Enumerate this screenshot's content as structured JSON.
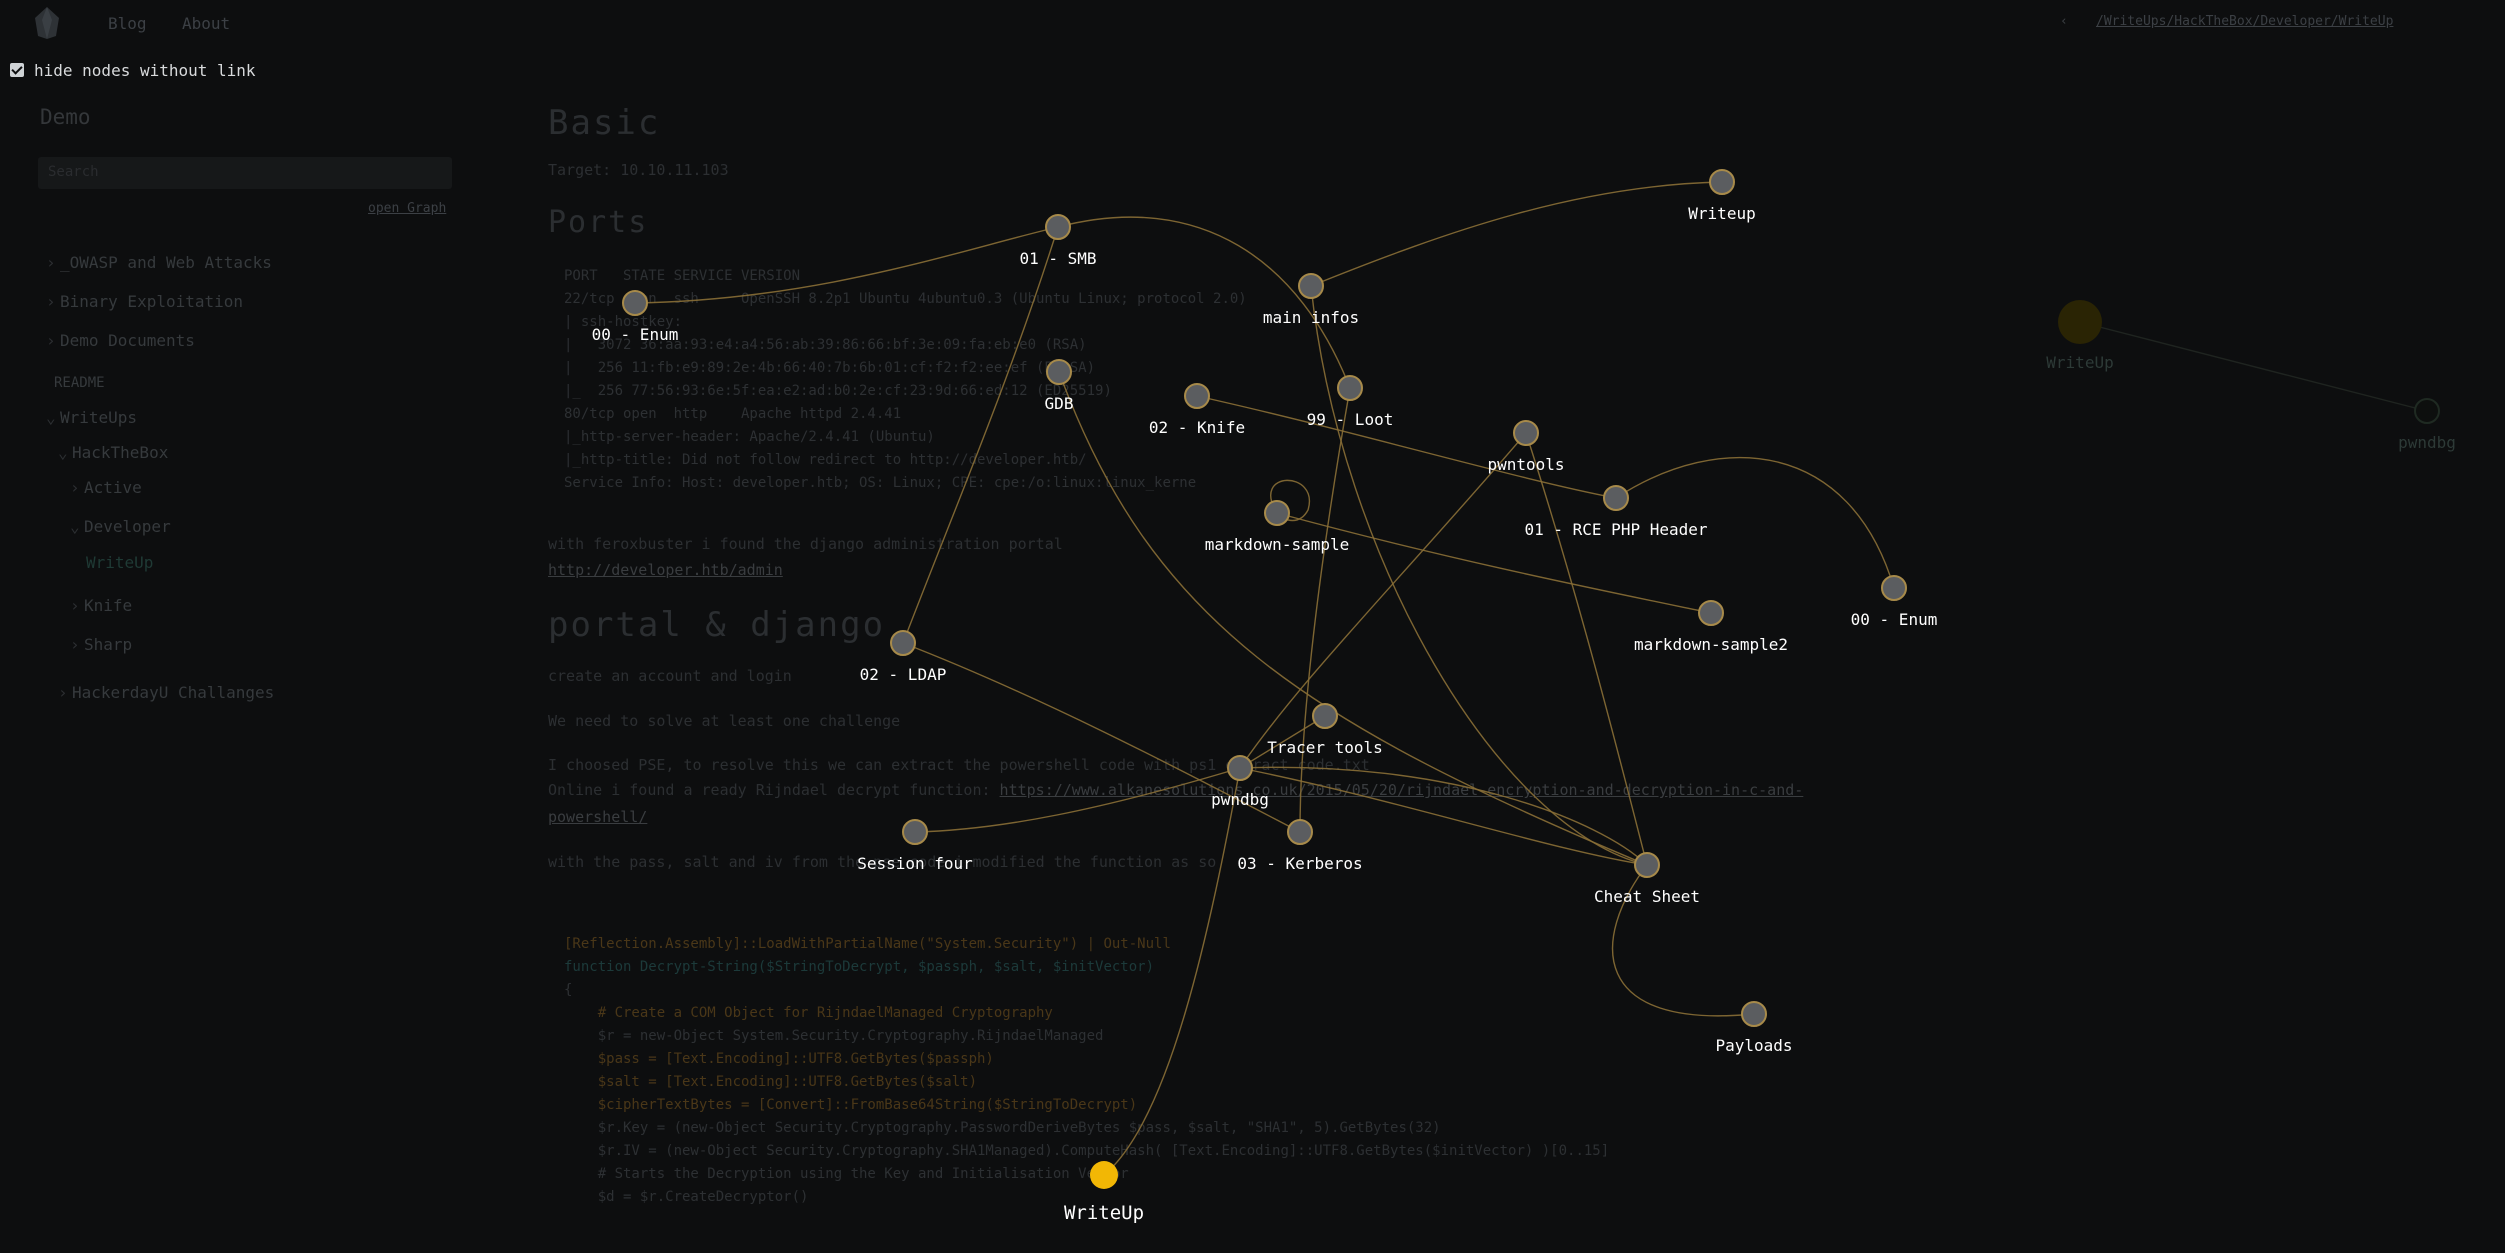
{
  "nav": {
    "blog": "Blog",
    "about": "About"
  },
  "breadcrumb": {
    "separator": "‹",
    "path": "/WriteUps/HackTheBox/Developer/WriteUp"
  },
  "graph_controls": {
    "hide_nodes_label": "hide nodes without link",
    "hide_nodes_checked": true
  },
  "sidebar": {
    "title": "Demo",
    "search_placeholder": "Search",
    "open_graph": "open Graph",
    "items": [
      {
        "label": "_OWASP and Web Attacks"
      },
      {
        "label": "Binary Exploitation"
      },
      {
        "label": "Demo Documents"
      },
      {
        "label": "README"
      },
      {
        "label": "WriteUps"
      },
      {
        "label": "HackTheBox"
      },
      {
        "label": "Active"
      },
      {
        "label": "Developer"
      },
      {
        "label": "WriteUp"
      },
      {
        "label": "Knife"
      },
      {
        "label": "Sharp"
      },
      {
        "label": "HackerdayU Challanges"
      }
    ]
  },
  "article": {
    "title": "Basic",
    "target": "Target: 10.10.11.103",
    "ports_heading": "Ports",
    "nmap_lines": [
      "PORT   STATE SERVICE VERSION",
      "22/tcp open  ssh     OpenSSH 8.2p1 Ubuntu 4ubuntu0.3 (Ubuntu Linux; protocol 2.0)",
      "| ssh-hostkey:",
      "|   3072 36:aa:93:e4:a4:56:ab:39:86:66:bf:3e:09:fa:eb:e0 (RSA)",
      "|   256 11:fb:e9:89:2e:4b:66:40:7b:6b:01:cf:f2:f2:ee:ef (ECDSA)",
      "|_  256 77:56:93:6e:5f:ea:e2:ad:b0:2e:cf:23:9d:66:ed:12 (ED25519)",
      "80/tcp open  http    Apache httpd 2.4.41",
      "|_http-server-header: Apache/2.4.41 (Ubuntu)",
      "|_http-title: Did not follow redirect to http://developer.htb/",
      "Service Info: Host: developer.htb; OS: Linux; CPE: cpe:/o:linux:linux_kerne"
    ],
    "ferox_text": "with feroxbuster i found the django administration portal",
    "admin_link": "http://developer.htb/admin",
    "portal_heading": "portal & django",
    "p1": "create an account and login",
    "p2": "We need to solve at least one challenge",
    "p3": "I choosed PSE, to resolve this we can extract the powershell code with ps1 extract code.txt",
    "p4_prefix": "Online i found a ready Rijndael decrypt function: ",
    "p4_link": "https://www.alkanesolutions.co.uk/2015/05/20/rijndael-encryption-and-decryption-in-c-and-",
    "p4_link2": "powershell/",
    "p5": "with the pass, salt and iv from the pse code i modified the function as so",
    "code_lines": [
      "[Reflection.Assembly]::LoadWithPartialName(\"System.Security\") | Out-Null",
      "",
      "function Decrypt-String($StringToDecrypt, $passph, $salt, $initVector)",
      "{",
      "",
      "    # Create a COM Object for RijndaelManaged Cryptography",
      "    $r = new-Object System.Security.Cryptography.RijndaelManaged",
      "    $pass = [Text.Encoding]::UTF8.GetBytes($passph)",
      "    $salt = [Text.Encoding]::UTF8.GetBytes($salt)",
      "    $cipherTextBytes = [Convert]::FromBase64String($StringToDecrypt)",
      "    $r.Key = (new-Object Security.Cryptography.PasswordDeriveBytes $pass, $salt, \"SHA1\", 5).GetBytes(32)",
      "    $r.IV = (new-Object Security.Cryptography.SHA1Managed).ComputeHash( [Text.Encoding]::UTF8.GetBytes($initVector) )[0..15]",
      "    # Starts the Decryption using the Key and Initialisation Vector",
      "    $d = $r.CreateDecryptor()"
    ]
  },
  "graph": {
    "nodes": [
      {
        "id": "smb",
        "label": "01 - SMB"
      },
      {
        "id": "writeup_top",
        "label": "Writeup"
      },
      {
        "id": "main_infos",
        "label": "main infos"
      },
      {
        "id": "enum00_left",
        "label": "00 - Enum"
      },
      {
        "id": "gdb",
        "label": "GDB"
      },
      {
        "id": "knife",
        "label": "02 - Knife"
      },
      {
        "id": "loot",
        "label": "99 - Loot"
      },
      {
        "id": "pwntools",
        "label": "pwntools"
      },
      {
        "id": "rce",
        "label": "01 - RCE PHP Header"
      },
      {
        "id": "markdown_sample",
        "label": "markdown-sample"
      },
      {
        "id": "enum00_right",
        "label": "00 - Enum"
      },
      {
        "id": "markdown_sample2",
        "label": "markdown-sample2"
      },
      {
        "id": "ldap",
        "label": "02 - LDAP"
      },
      {
        "id": "tracer",
        "label": "Tracer tools"
      },
      {
        "id": "pwndbg",
        "label": "pwndbg"
      },
      {
        "id": "session_four",
        "label": "Session four"
      },
      {
        "id": "kerberos",
        "label": "03 - Kerberos"
      },
      {
        "id": "cheat_sheet",
        "label": "Cheat Sheet"
      },
      {
        "id": "payloads",
        "label": "Payloads"
      },
      {
        "id": "writeup_current",
        "label": "WriteUp",
        "current": true
      },
      {
        "id": "writeup_dim",
        "label": "WriteUp",
        "dimmed": true
      },
      {
        "id": "pwndbg_dim",
        "label": "pwndbg",
        "dimmed": true
      }
    ]
  },
  "colors": {
    "accent": "#f2b705",
    "edge": "#8a6f36",
    "background": "#0d0e0f"
  }
}
